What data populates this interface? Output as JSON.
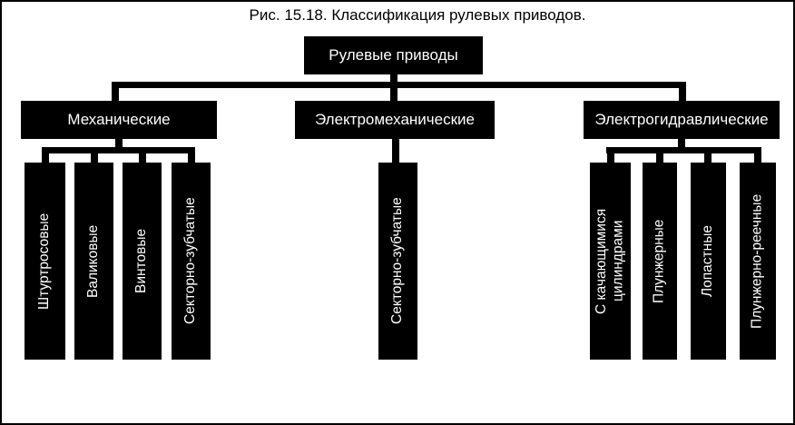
{
  "figure": {
    "caption": "Рис. 15.18. Классификация рулевых приводов."
  },
  "tree": {
    "root": {
      "label": "Рулевые приводы"
    },
    "branches": [
      {
        "label": "Механические",
        "children": [
          {
            "label": "Штуртросовые"
          },
          {
            "label": "Валиковые"
          },
          {
            "label": "Винтовые"
          },
          {
            "label": "Секторно-зубчатые"
          }
        ]
      },
      {
        "label": "Электромеханические",
        "children": [
          {
            "label": "Секторно-зубчатые"
          }
        ]
      },
      {
        "label": "Электрогидравлические",
        "children": [
          {
            "label": "С качающимися\nцилиндрами"
          },
          {
            "label": "Плунжерные"
          },
          {
            "label": "Лопастные"
          },
          {
            "label": "Плунжерно-реечные"
          }
        ]
      }
    ]
  },
  "colors": {
    "background": "#ffffff",
    "border": "#000000",
    "node_bg": "#000000",
    "node_text": "#ffffff",
    "connector": "#000000",
    "caption_text": "#000000"
  }
}
